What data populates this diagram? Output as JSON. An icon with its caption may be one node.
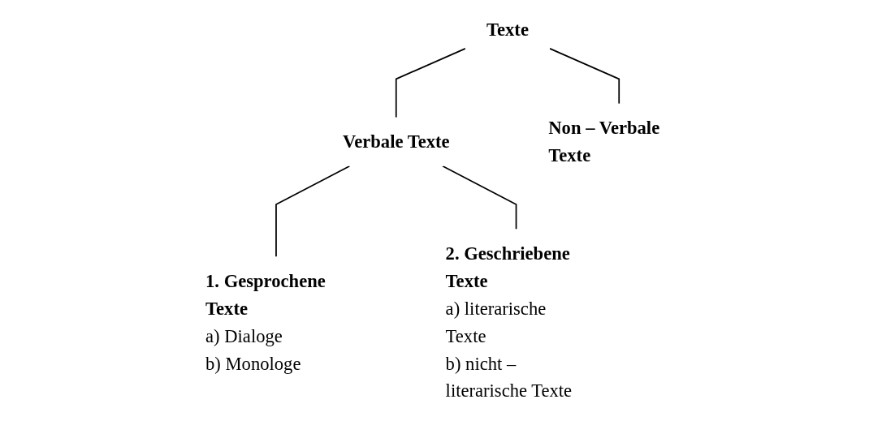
{
  "diagram": {
    "nodes": [
      {
        "text": [
          "Texte"
        ]
      },
      {
        "text": [
          "Verbale Texte"
        ]
      },
      {
        "text": [
          "Non – Verbale Texte"
        ]
      },
      {
        "text": [
          "1. Gesprochene Texte",
          "a) Dialoge",
          "b) Monologe"
        ]
      },
      {
        "text": [
          "2. Geschriebene Texte",
          "a) literarische Texte",
          "b) nicht – literarische Texte"
        ]
      }
    ],
    "edges": [
      {
        "from": 0,
        "to": 1,
        "arrow": "none"
      },
      {
        "from": 0,
        "to": 2,
        "arrow": "none"
      },
      {
        "from": 1,
        "to": 3,
        "arrow": "none"
      },
      {
        "from": 1,
        "to": 4,
        "arrow": "none"
      }
    ]
  }
}
